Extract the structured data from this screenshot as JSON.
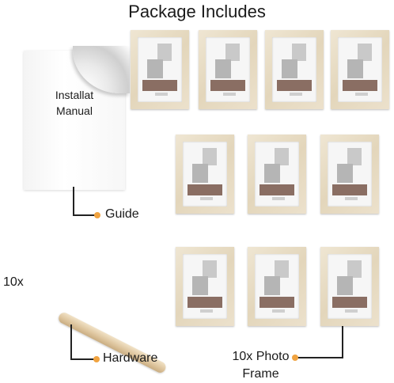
{
  "title": "Package Includes",
  "manual": {
    "line1": "Installat",
    "line2": "Manual"
  },
  "labels": {
    "guide": "Guide",
    "hardware": "Hardware",
    "dowel_count": "10x",
    "frames_line1": "10x Photo",
    "frames_line2": "Frame"
  },
  "colors": {
    "accent_dot": "#f0a340",
    "frame_wood": "#e3d6bb",
    "shelf": "#8a6e63"
  }
}
